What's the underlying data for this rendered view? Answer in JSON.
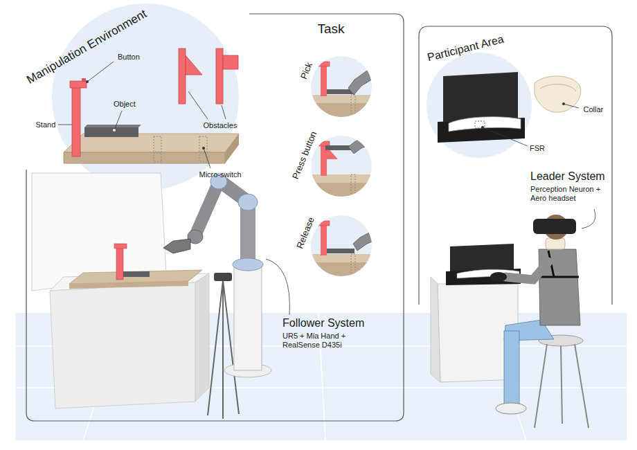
{
  "diagram": {
    "nodes": [
      {
        "text": [
          "Manipulation Environment"
        ]
      },
      {
        "text": [
          "Pick"
        ]
      },
      {
        "text": [
          "Press button"
        ]
      },
      {
        "text": [
          "Release"
        ]
      },
      {
        "text": [
          "Participant Area"
        ]
      }
    ],
    "labels": [
      "Task",
      "Button",
      "Stand",
      "Object",
      "Obstacles",
      "Micro-switch",
      "Collar",
      "FSR",
      "Leader System",
      "Perception Neuron + Aero headset",
      "Follower System",
      "UR5 + Mia Hand + RealSense D435i"
    ]
  }
}
